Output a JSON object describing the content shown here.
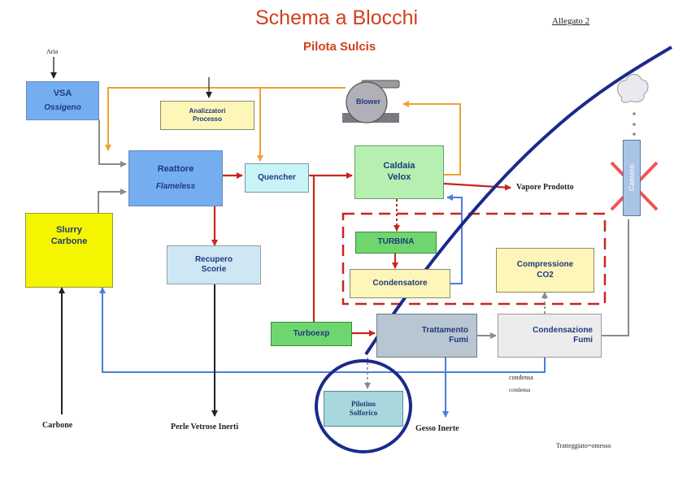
{
  "header": {
    "title": "Schema a Blocchi",
    "subtitle": "Pilota Sulcis",
    "attachment": "Allegato 2"
  },
  "blocks": {
    "vsa": {
      "label": "VSA",
      "sub": "Ossigeno",
      "color": "#74aef0"
    },
    "analizzatori": {
      "line1": "Analizzatori",
      "line2": "Processo",
      "color": "#fdf6b8"
    },
    "blower": {
      "label": "Blower"
    },
    "reattore": {
      "label": "Reattore",
      "sub": "Flameless",
      "color": "#74aef0"
    },
    "quencher": {
      "label": "Quencher",
      "color": "#c9f4f7"
    },
    "caldaia": {
      "line1": "Caldaia",
      "line2": "Velox",
      "color": "#b6f0b0"
    },
    "slurry": {
      "line1": "Slurry",
      "line2": "Carbone",
      "color": "#f5f500"
    },
    "recupero": {
      "line1": "Recupero",
      "line2": "Scorie",
      "color": "#cfe6f5"
    },
    "turbina": {
      "label": "TURBINA",
      "color": "#6fd66f"
    },
    "condensatore": {
      "label": "Condensatore",
      "color": "#fdf6b8"
    },
    "compressione": {
      "line1": "Compressione",
      "line2": "CO2",
      "color": "#fdf6b8"
    },
    "turboexp": {
      "label": "Turboexp",
      "color": "#6fd66f"
    },
    "trattamento": {
      "line1": "Trattamento",
      "line2": "Fumi",
      "color": "#b8c6d2"
    },
    "condensazione": {
      "line1": "Condensazione",
      "line2": "Fumi",
      "color": "#ececec"
    },
    "pilotino": {
      "line1": "Pilotino",
      "line2": "Solforico",
      "color": "#a8d8dd"
    },
    "camino": {
      "label": "Camino",
      "color": "#a8c4e6"
    }
  },
  "labels": {
    "aria": "Aria",
    "vapore": "Vapore Prodotto",
    "condensa1": "condensa",
    "condensa2": "condensa",
    "carbone": "Carbone",
    "perle": "Perle Vetrose Inerti",
    "gesso": "Gesso Inerte",
    "tratteggiato": "Tratteggiato=omesso"
  },
  "colors": {
    "red_flow": "#c8261e",
    "orange_flow": "#f0a030",
    "blue_flow": "#4a7ee0",
    "gray_flow": "#8a8a8a",
    "black_flow": "#222222",
    "highlight": "#1a2a8a",
    "title": "#d2401a",
    "block_text": "#1f3a7a"
  }
}
